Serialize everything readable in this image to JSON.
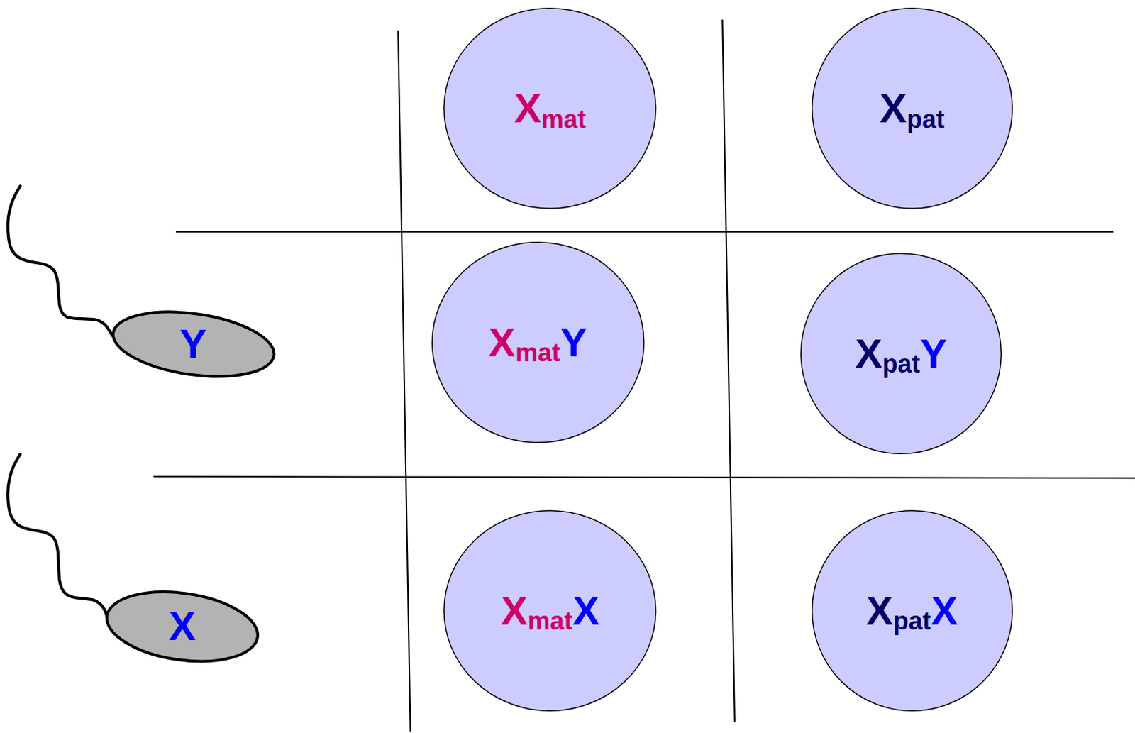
{
  "diagram": {
    "nodes": [
      {
        "text": [
          "X",
          "mat"
        ]
      },
      {
        "text": [
          "X",
          "pat"
        ]
      },
      {
        "text": [
          "Y"
        ]
      },
      {
        "text": [
          "X",
          "mat",
          "Y"
        ]
      },
      {
        "text": [
          "X",
          "pat",
          "Y"
        ]
      },
      {
        "text": [
          "X"
        ]
      },
      {
        "text": [
          "X",
          "mat",
          "X"
        ]
      },
      {
        "text": [
          "X",
          "pat",
          "X"
        ]
      }
    ]
  }
}
